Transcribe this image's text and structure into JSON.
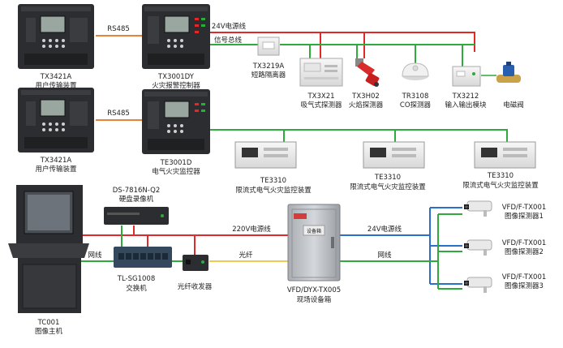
{
  "devices": {
    "utd1": {
      "code": "TX3421A",
      "name": "用户传输装置"
    },
    "fa_ctrl": {
      "code": "TX3001DY",
      "name": "火灾报警控制器"
    },
    "utd2": {
      "code": "TX3421A",
      "name": "用户传输装置"
    },
    "ef_ctrl": {
      "code": "TE3001D",
      "name": "电气火灾监控器"
    },
    "isolator": {
      "code": "TX3219A",
      "name": "短路隔离器"
    },
    "asd": {
      "code": "TX3X21",
      "name": "吸气式探测器"
    },
    "flame": {
      "code": "TX3H02",
      "name": "火焰探测器"
    },
    "co": {
      "code": "TR3108",
      "name": "CO探测器"
    },
    "io": {
      "code": "TX3212",
      "name": "输入输出模块"
    },
    "valve": {
      "name": "电磁阀"
    },
    "rcm1": {
      "code": "TE3310",
      "name": "限流式电气火灾监控装置"
    },
    "rcm2": {
      "code": "TE3310",
      "name": "限流式电气火灾监控装置"
    },
    "rcm3": {
      "code": "TE3310",
      "name": "限流式电气火灾监控装置"
    },
    "nvr": {
      "code": "DS-7816N-Q2",
      "name": "硬盘录像机"
    },
    "host": {
      "code": "TC001",
      "name": "图像主机"
    },
    "switch": {
      "code": "TL-SG1008",
      "name": "交换机"
    },
    "converter": {
      "name": "光纤收发器"
    },
    "cabinet": {
      "code": "VFD/DYX-TX005",
      "name": "现场设备箱",
      "plate": "设备箱"
    },
    "cam1": {
      "code": "VFD/F-TX001",
      "name": "图像探测器1"
    },
    "cam2": {
      "code": "VFD/F-TX001",
      "name": "图像探测器2"
    },
    "cam3": {
      "code": "VFD/F-TX001",
      "name": "图像探测器3"
    }
  },
  "wires": {
    "rs485_1": "RS485",
    "rs485_2": "RS485",
    "power24_top": "24V电源线",
    "signal_bus": "信号总线",
    "power220": "220V电源线",
    "power24_bottom": "24V电源线",
    "fiber": "光纤",
    "net_left": "网线",
    "net_right": "网线"
  },
  "colors": {
    "rs485": "#e8823a",
    "power": "#e02a2a",
    "signal": "#2faa3c",
    "fiber": "#f2c94c",
    "net_blue": "#2a6fc9",
    "panel": "#2b2d30"
  }
}
